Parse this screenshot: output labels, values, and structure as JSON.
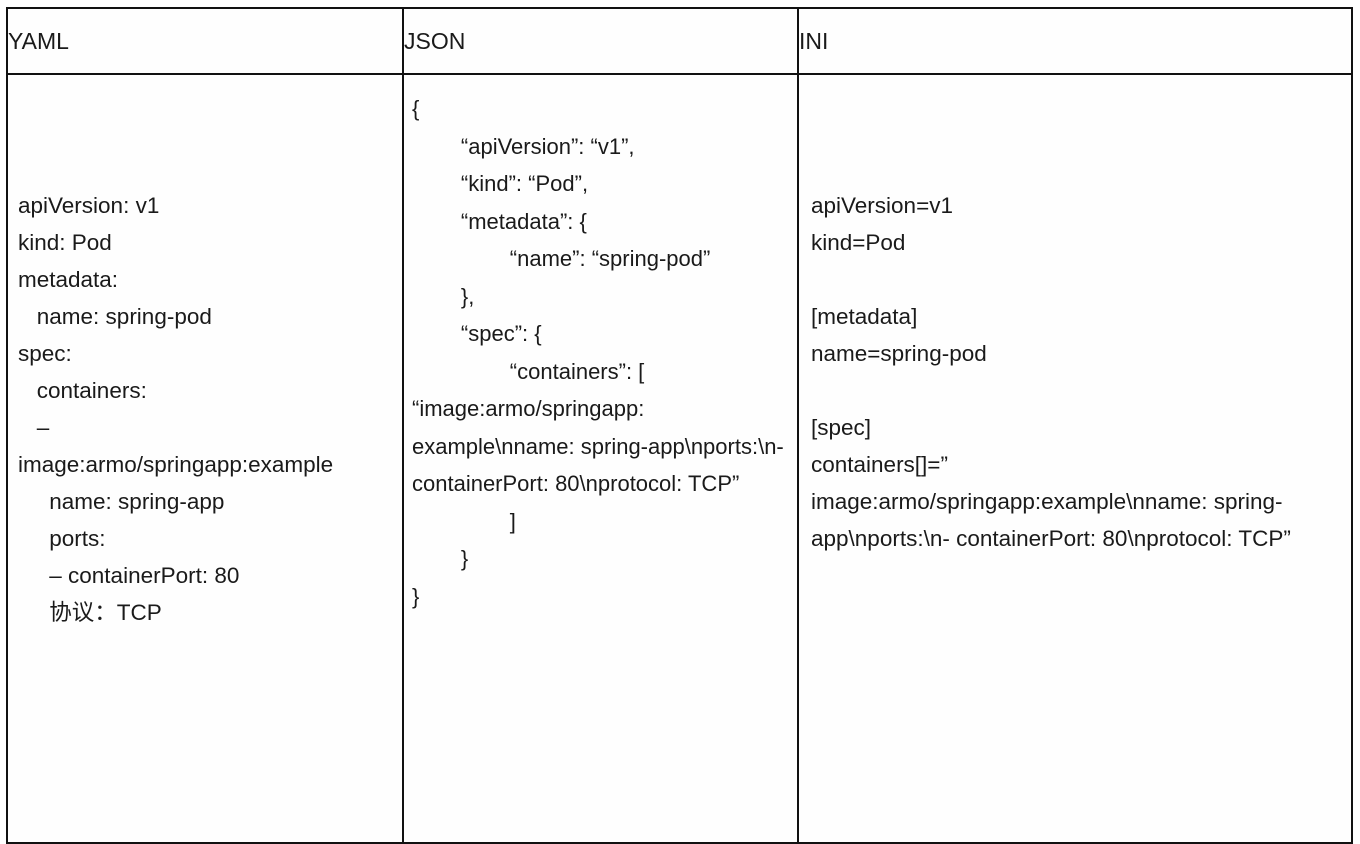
{
  "table": {
    "columns": [
      {
        "id": "yaml",
        "header": "YAML"
      },
      {
        "id": "json",
        "header": "JSON"
      },
      {
        "id": "ini",
        "header": "INI"
      }
    ],
    "cells": {
      "yaml": "apiVersion: v1\nkind: Pod\nmetadata:\n   name: spring-pod\nspec:\n   containers:\n   –\nimage:armo/springapp:example\n     name: spring-app\n     ports:\n     – containerPort: 80\n     协议：TCP",
      "json": "{\n        “apiVersion”: “v1”,\n        “kind”: “Pod”,\n        “metadata”: {\n                “name”: “spring-pod”\n        },\n        “spec”: {\n                “containers”: [\n“image:armo/springapp: example\\nname: spring-app\\nports:\\n- containerPort: 80\\nprotocol: TCP”\n                ]\n        }\n}",
      "ini": "apiVersion=v1\nkind=Pod\n\n[metadata]\nname=spring-pod\n\n[spec]\ncontainers[]=”\nimage:armo/springapp:example\\nname: spring-app\\nports:\\n- containerPort: 80\\nprotocol: TCP”"
    }
  },
  "colors": {
    "border": "#111111",
    "text": "#1a1a1a",
    "background": "#ffffff"
  }
}
